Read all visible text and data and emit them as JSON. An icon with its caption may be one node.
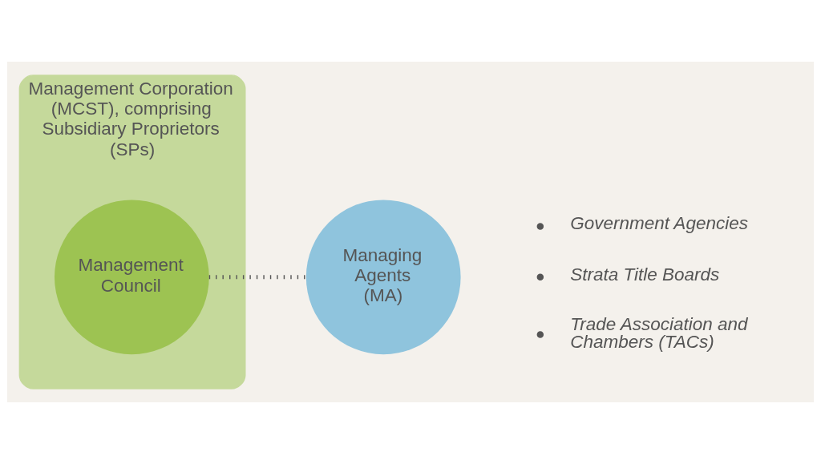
{
  "diagram": {
    "nodes": [
      {
        "text": [
          "Management Corporation (MCST), comprising Subsidiary Proprietors (SPs)"
        ]
      },
      {
        "text": [
          "Management Council"
        ],
        "in": 0
      },
      {
        "text": [
          "Managing Agents (MA)"
        ]
      }
    ],
    "edges": [
      {
        "from": 1,
        "to": 2,
        "arrow": "none",
        "style": "dashed"
      }
    ],
    "labels": [
      "Government Agencies",
      "Strata Title Boards",
      "Trade Association and Chambers (TACs)"
    ]
  }
}
